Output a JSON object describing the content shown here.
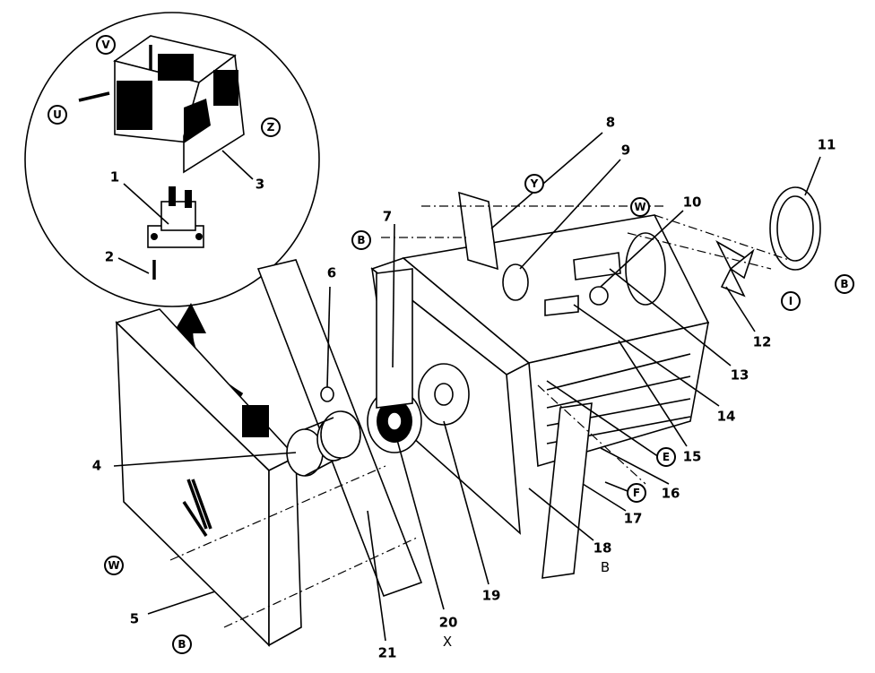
{
  "diagram": {
    "part_numbers": [
      "1",
      "2",
      "3",
      "4",
      "5",
      "6",
      "7",
      "8",
      "9",
      "10",
      "11",
      "12",
      "13",
      "14",
      "15",
      "16",
      "17",
      "18",
      "19",
      "20",
      "21"
    ],
    "callouts": {
      "V": "V",
      "U": "U",
      "Z": "Z",
      "Y": "Y",
      "W_top": "W",
      "B_left": "B",
      "B_right": "B",
      "I": "I",
      "E": "E",
      "F": "F",
      "W_bottom": "W",
      "B_bottom": "B"
    },
    "sub_labels": {
      "18": "B",
      "20": "X"
    }
  }
}
